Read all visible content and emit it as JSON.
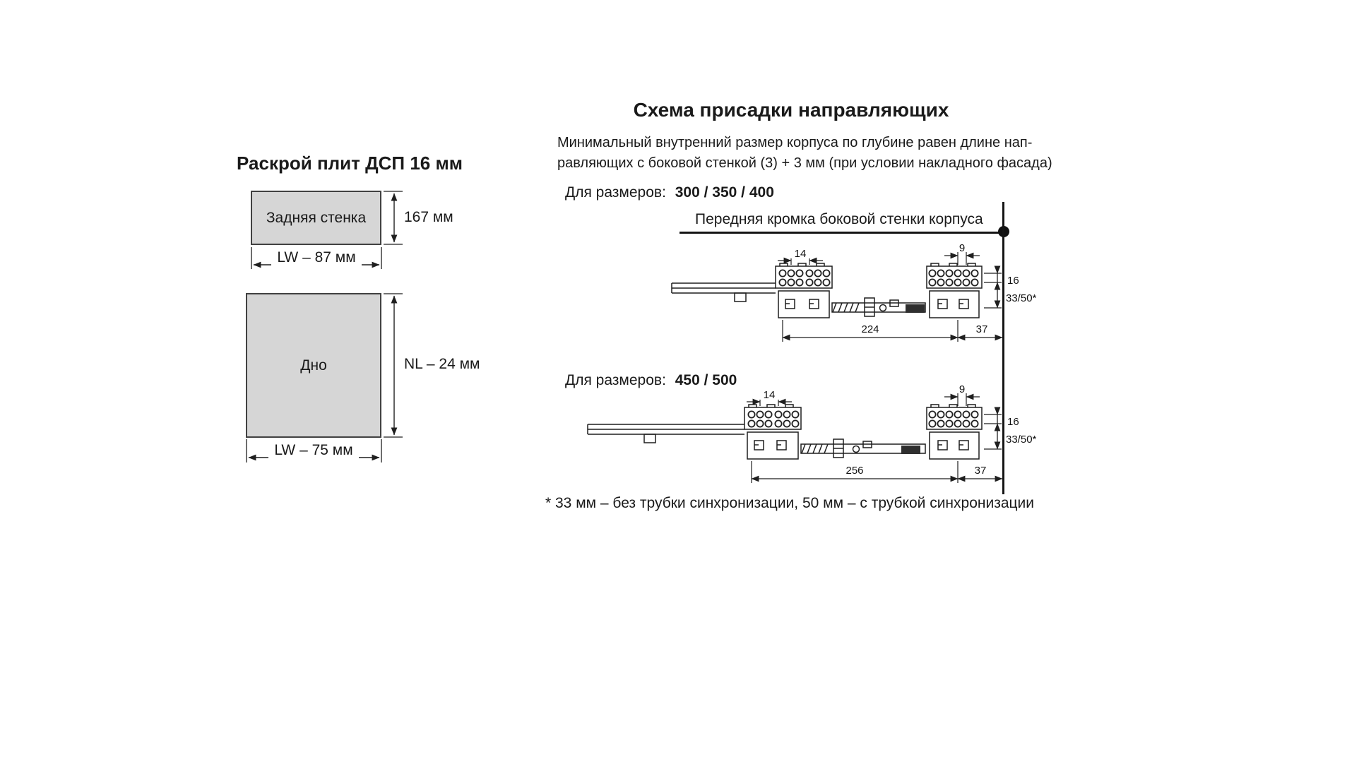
{
  "colors": {
    "ink": "#1a1a1a",
    "plate_fill": "#d6d6d6",
    "line": "#1f1f1f"
  },
  "cutting": {
    "title": "Раскрой плит ДСП 16 мм",
    "back_wall": {
      "label": "Задняя стенка",
      "height": "167 мм",
      "width": "LW – 87 мм"
    },
    "bottom": {
      "label": "Дно",
      "height": "NL – 24 мм",
      "width": "LW – 75 мм"
    }
  },
  "scheme": {
    "title": "Схема присадки направляющих",
    "description_line1": "Минимальный внутренний размер корпуса по глубине равен длине нап-",
    "description_line2": "равляющих с боковой стенкой (3) + 3 мм (при условии накладного фасада)",
    "edge_label": "Передняя кромка боковой стенки корпуса",
    "drawing1": {
      "sizes_prefix": "Для размеров:",
      "sizes": "300 / 350 / 400",
      "dim_left_pitch": "14",
      "dim_right_pitch": "9",
      "dim_row_gap": "16",
      "dim_axis": "33/50*",
      "dim_span": "224",
      "dim_front": "37"
    },
    "drawing2": {
      "sizes_prefix": "Для размеров:",
      "sizes": "450 / 500",
      "dim_left_pitch": "14",
      "dim_right_pitch": "9",
      "dim_row_gap": "16",
      "dim_axis": "33/50*",
      "dim_span": "256",
      "dim_front": "37"
    },
    "footnote": "* 33 мм – без трубки синхронизации, 50 мм – с трубкой синхронизации"
  }
}
